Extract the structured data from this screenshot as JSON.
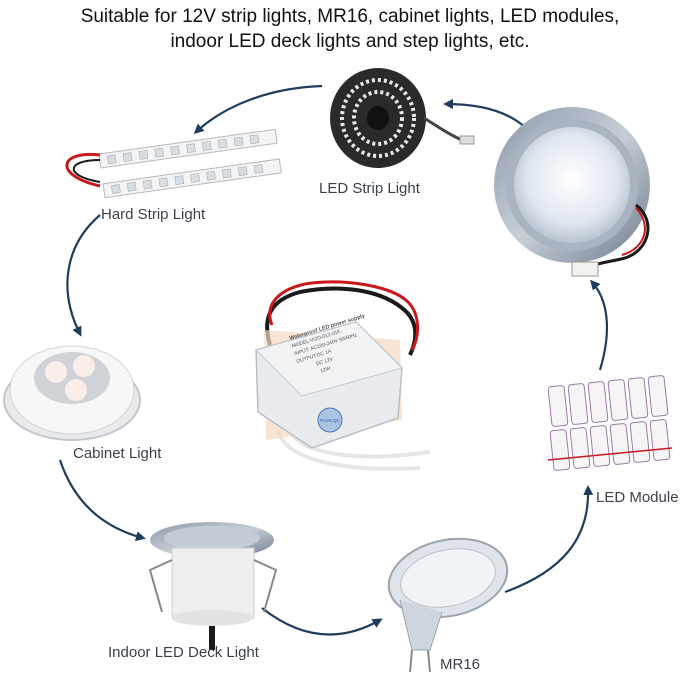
{
  "headline": {
    "line1": "Suitable for 12V strip lights, MR16, cabinet lights, LED modules,",
    "line2": "indoor LED deck lights and step lights, etc."
  },
  "items": [
    {
      "label": "LED Strip Light"
    },
    {
      "label": "Hard Strip Light"
    },
    {
      "label": "Cabinet Light"
    },
    {
      "label": "Indoor LED Deck Light"
    },
    {
      "label": "MR16"
    },
    {
      "label": "LED Module"
    }
  ],
  "power_supply": {
    "line1": "Waterproof LED power supply",
    "line2": "MODEL:VOO-012-01F..",
    "line3": "INPUT: AC100-240V 50/60Hz",
    "line4": "OUTPUT:DC 1A",
    "line5": "DC 12V",
    "line6": "12W",
    "badge": "PASS QC"
  },
  "colors": {
    "arrow": "#1f3d5c",
    "wire_red": "#c8191e",
    "wire_black": "#1a1a1a",
    "housing": "#e9ebee"
  }
}
